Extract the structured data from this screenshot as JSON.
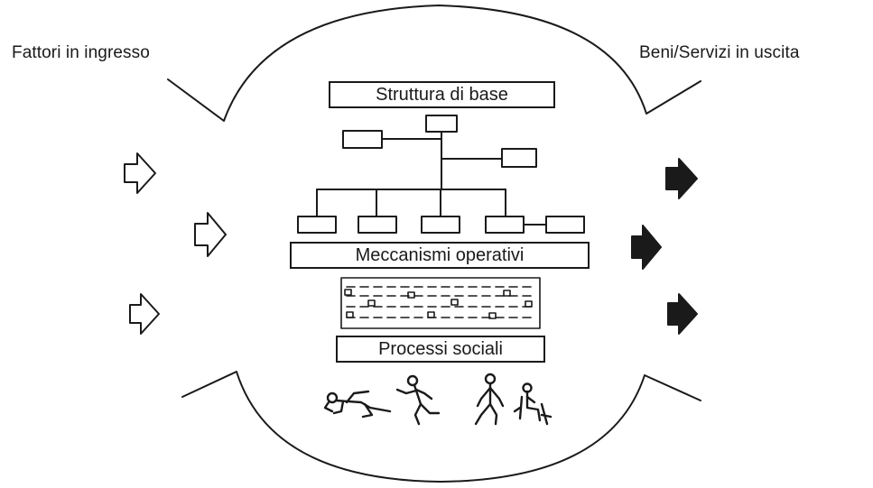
{
  "labels": {
    "input": "Fattori in ingresso",
    "output": "Beni/Servizi in uscita",
    "structure": "Struttura di base",
    "mechanisms": "Meccanismi operativi",
    "processes": "Processi sociali"
  },
  "colors": {
    "ink": "#1a1a1a",
    "paper": "#ffffff"
  },
  "icons": {
    "input_arrows": "hollow-arrow-icon",
    "output_arrows": "filled-arrow-icon",
    "figures": "stick-figure-icon"
  }
}
